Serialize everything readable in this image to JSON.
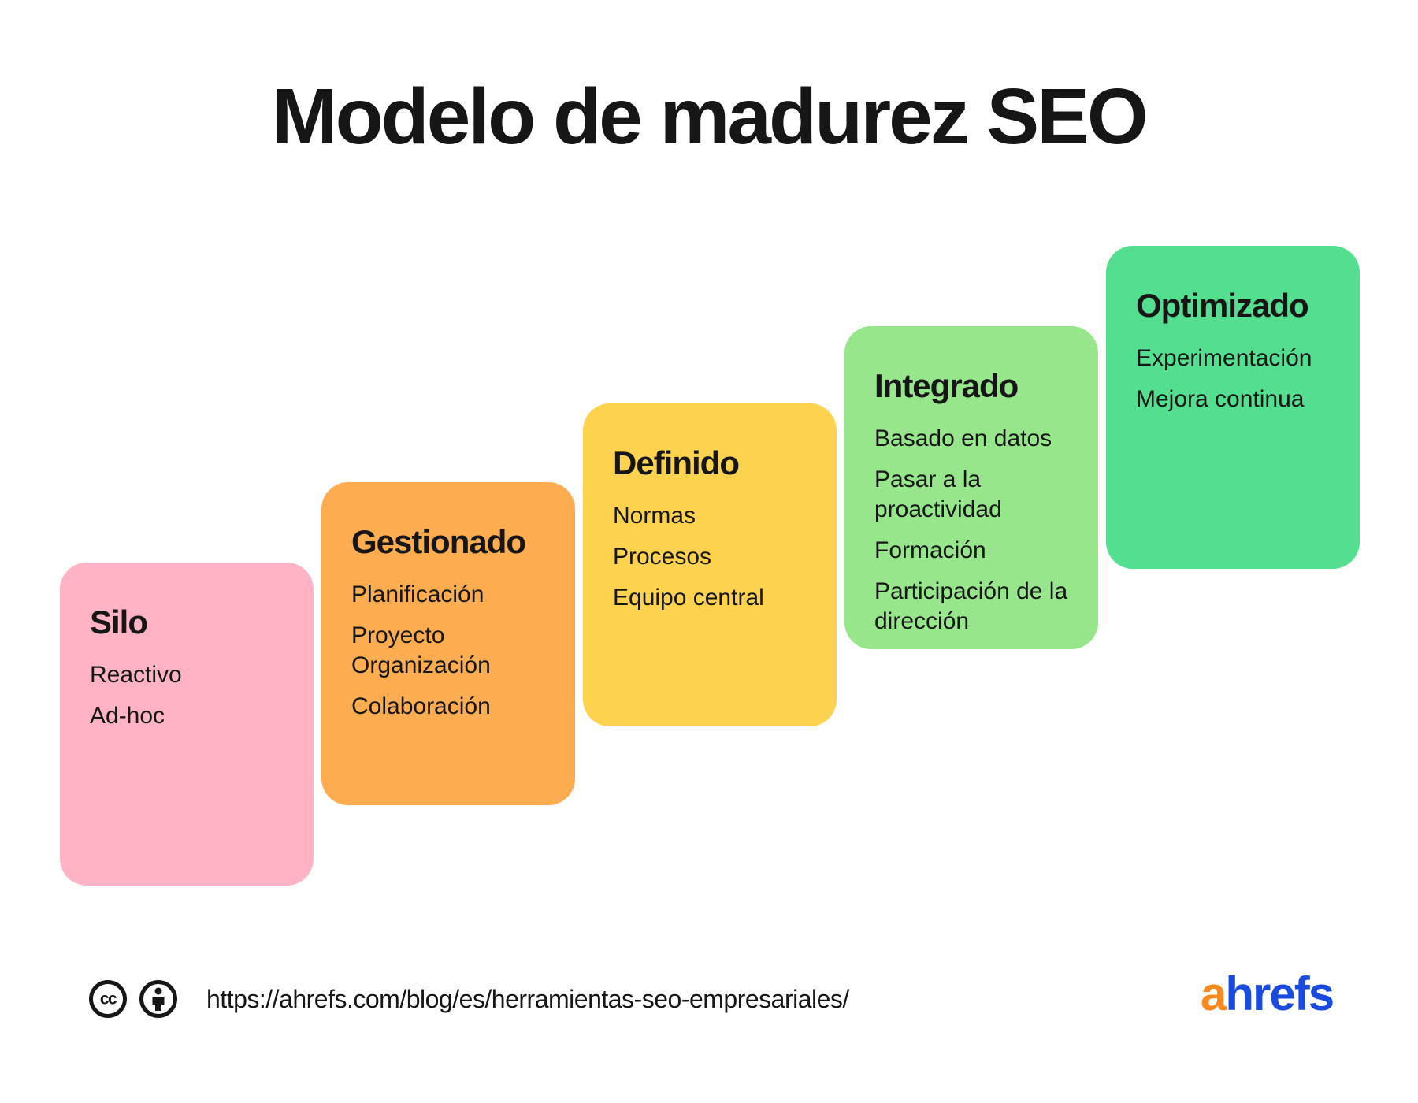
{
  "title": "Modelo de madurez SEO",
  "stages": [
    {
      "name": "Silo",
      "color": "#FFB3C5",
      "items": [
        "Reactivo",
        "Ad-hoc"
      ]
    },
    {
      "name": "Gestionado",
      "color": "#FDAC50",
      "items": [
        "Planificación",
        "Proyecto Organización",
        "Colaboración"
      ]
    },
    {
      "name": "Definido",
      "color": "#FDD24F",
      "items": [
        "Normas",
        "Procesos",
        "Equipo central"
      ]
    },
    {
      "name": "Integrado",
      "color": "#97E68C",
      "items": [
        "Basado en datos",
        "Pasar a la proactividad",
        "Formación",
        "Participación de la dirección"
      ]
    },
    {
      "name": "Optimizado",
      "color": "#53DF8F",
      "items": [
        "Experimentación",
        "Mejora continua"
      ]
    }
  ],
  "footer": {
    "icons": [
      "cc-icon",
      "attribution-icon"
    ],
    "url": "https://ahrefs.com/blog/es/herramientas-seo-empresariales/",
    "logo": {
      "part_orange": "a",
      "part_blue": "hrefs",
      "orange": "#FB8A1E",
      "blue": "#1A4BE0"
    }
  }
}
